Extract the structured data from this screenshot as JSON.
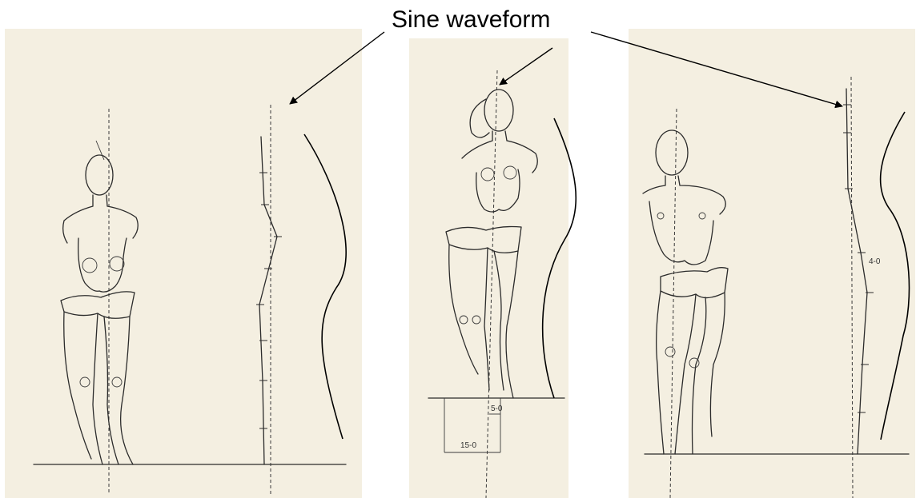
{
  "annotation": {
    "label": "Sine waveform"
  },
  "figures": [
    {
      "id": "left",
      "measurements": []
    },
    {
      "id": "middle",
      "measurements": [
        "5-0",
        "15-0"
      ]
    },
    {
      "id": "right",
      "measurements": [
        "4-0"
      ]
    }
  ],
  "colors": {
    "paper": "#f4efe1",
    "ink": "#2b2b2b",
    "curve": "#000000",
    "background": "#ffffff"
  }
}
